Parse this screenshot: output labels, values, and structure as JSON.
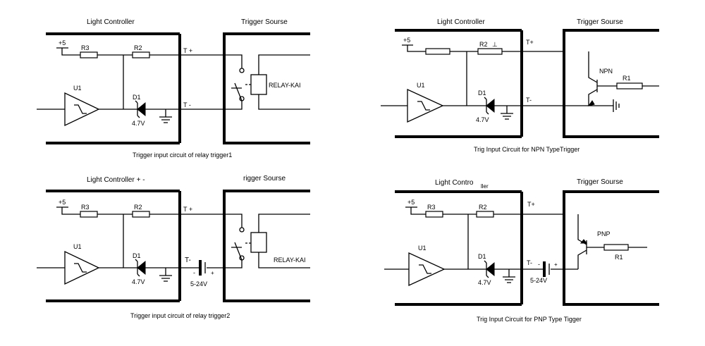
{
  "circuits": [
    {
      "id": "relay1",
      "controller_label": "Light Controller",
      "source_label": "Trigger Sourse",
      "caption": "Trigger input circuit of relay trigger1",
      "plus5": "+5",
      "r3": "R3",
      "r2": "R2",
      "u1": "U1",
      "d1": "D1",
      "zener_v": "4.7V",
      "t_plus": "T +",
      "t_minus": "T -",
      "relay": "RELAY-KAI"
    },
    {
      "id": "npn",
      "controller_label": "Light Controller",
      "source_label": "Trigger Sourse",
      "caption": "Trig Input Circuit for NPN TypeTrigger",
      "plus5": "+5",
      "r2": "R2",
      "r2_mark": "⊥",
      "u1": "U1",
      "d1": "D1",
      "zener_v": "4.7V",
      "t_plus": "T+",
      "t_minus": "T-",
      "transistor": "NPN",
      "r1": "R1"
    },
    {
      "id": "relay2",
      "controller_label": "Light Controller + -",
      "source_label": "rigger Sourse",
      "caption": "Trigger input circuit of relay trigger2",
      "plus5": "+5",
      "r3": "R3",
      "r2": "R2",
      "u1": "U1",
      "d1": "D1",
      "zener_v": "4.7V",
      "t_plus": "T +",
      "t_minus": "T-",
      "battery_minus": "-",
      "battery_plus": "+",
      "battery_v": "5-24V",
      "relay": "RELAY-KAI"
    },
    {
      "id": "pnp",
      "controller_label": "Light Contro",
      "controller_label_tail": "ller",
      "source_label": "Trigger Sourse",
      "caption": "Trig Input Circuit for PNP Type Tigger",
      "plus5": "+5",
      "r3": "R3",
      "r2": "R2",
      "u1": "U1",
      "d1": "D1",
      "zener_v": "4.7V",
      "t_plus": "T+",
      "t_minus": "T-",
      "battery_minus": "-",
      "battery_plus": "+",
      "battery_v": "5-24V",
      "transistor": "PNP",
      "r1": "R1"
    }
  ]
}
